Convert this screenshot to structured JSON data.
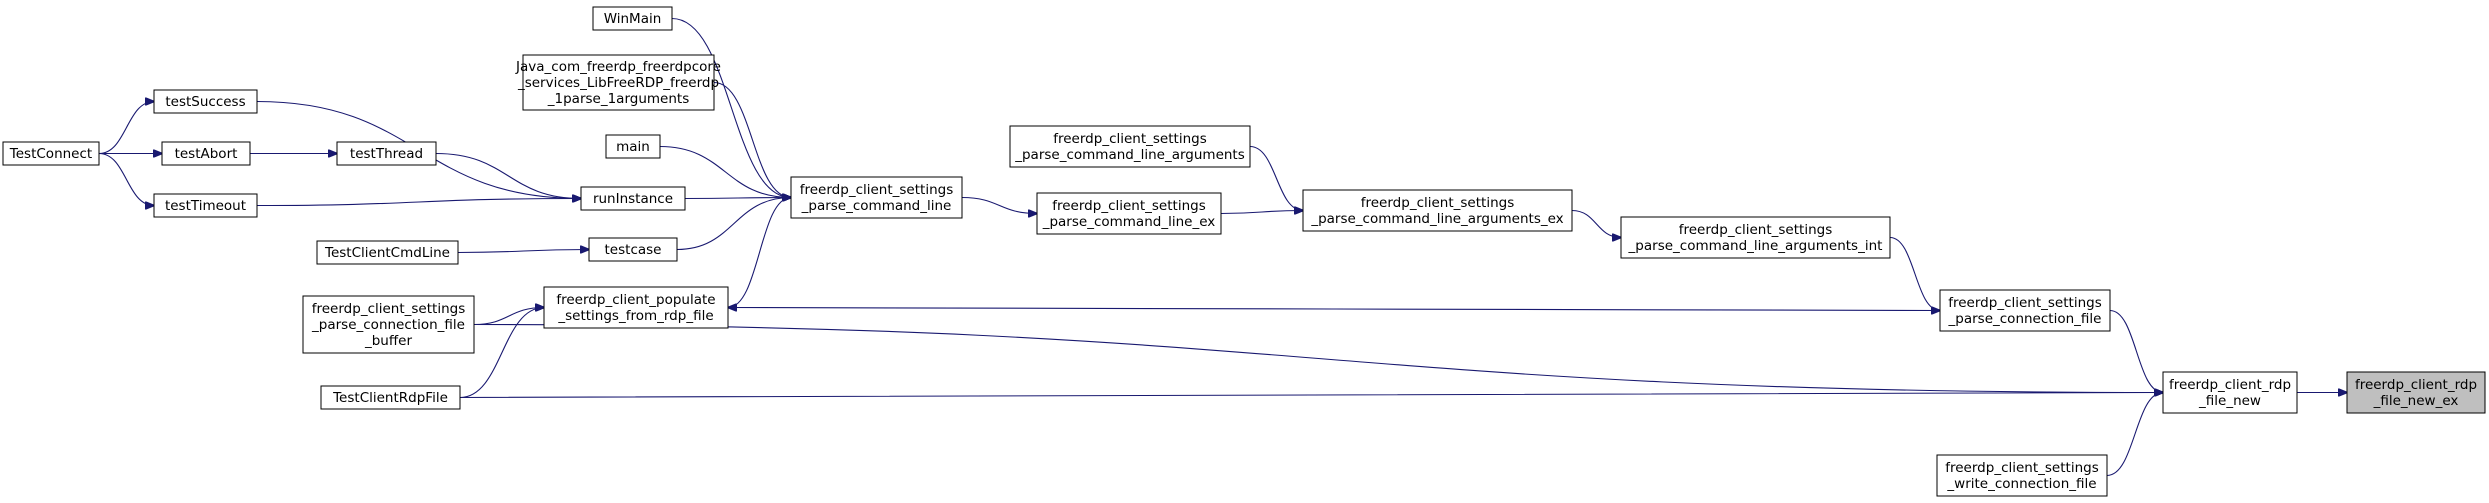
{
  "diagram": {
    "nodes": [
      {
        "id": "WinMain",
        "lines": [
          "WinMain"
        ]
      },
      {
        "id": "Java",
        "lines": [
          "Java_com_freerdp_freerdpcore",
          "_services_LibFreeRDP_freerdp",
          "_1parse_1arguments"
        ]
      },
      {
        "id": "main",
        "lines": [
          "main"
        ]
      },
      {
        "id": "testSuccess",
        "lines": [
          "testSuccess"
        ]
      },
      {
        "id": "TestConnect",
        "lines": [
          "TestConnect"
        ]
      },
      {
        "id": "testAbort",
        "lines": [
          "testAbort"
        ]
      },
      {
        "id": "testThread",
        "lines": [
          "testThread"
        ]
      },
      {
        "id": "testTimeout",
        "lines": [
          "testTimeout"
        ]
      },
      {
        "id": "runInstance",
        "lines": [
          "runInstance"
        ]
      },
      {
        "id": "TestClientCmdLine",
        "lines": [
          "TestClientCmdLine"
        ]
      },
      {
        "id": "testcase",
        "lines": [
          "testcase"
        ]
      },
      {
        "id": "parse_command_line",
        "lines": [
          "freerdp_client_settings",
          "_parse_command_line"
        ]
      },
      {
        "id": "parse_command_line_ex",
        "lines": [
          "freerdp_client_settings",
          "_parse_command_line_ex"
        ]
      },
      {
        "id": "parse_cla",
        "lines": [
          "freerdp_client_settings",
          "_parse_command_line_arguments"
        ]
      },
      {
        "id": "parse_cla_ex",
        "lines": [
          "freerdp_client_settings",
          "_parse_command_line_arguments_ex"
        ]
      },
      {
        "id": "parse_cla_int",
        "lines": [
          "freerdp_client_settings",
          "_parse_command_line_arguments_int"
        ]
      },
      {
        "id": "populate",
        "lines": [
          "freerdp_client_populate",
          "_settings_from_rdp_file"
        ]
      },
      {
        "id": "parse_conn_buf",
        "lines": [
          "freerdp_client_settings",
          "_parse_connection_file",
          "_buffer"
        ]
      },
      {
        "id": "TestClientRdpFile",
        "lines": [
          "TestClientRdpFile"
        ]
      },
      {
        "id": "parse_conn_file",
        "lines": [
          "freerdp_client_settings",
          "_parse_connection_file"
        ]
      },
      {
        "id": "rdp_file_new",
        "lines": [
          "freerdp_client_rdp",
          "_file_new"
        ]
      },
      {
        "id": "write_conn_file",
        "lines": [
          "freerdp_client_settings",
          "_write_connection_file"
        ]
      },
      {
        "id": "rdp_file_new_ex",
        "lines": [
          "freerdp_client_rdp",
          "_file_new_ex"
        ],
        "highlighted": true
      }
    ],
    "edges": [
      {
        "from": "TestConnect",
        "to": "testSuccess"
      },
      {
        "from": "TestConnect",
        "to": "testAbort"
      },
      {
        "from": "TestConnect",
        "to": "testTimeout"
      },
      {
        "from": "testAbort",
        "to": "testThread"
      },
      {
        "from": "testSuccess",
        "to": "runInstance"
      },
      {
        "from": "testThread",
        "to": "runInstance"
      },
      {
        "from": "testTimeout",
        "to": "runInstance"
      },
      {
        "from": "TestClientCmdLine",
        "to": "testcase"
      },
      {
        "from": "WinMain",
        "to": "parse_command_line"
      },
      {
        "from": "Java",
        "to": "parse_command_line"
      },
      {
        "from": "main",
        "to": "parse_command_line"
      },
      {
        "from": "runInstance",
        "to": "parse_command_line"
      },
      {
        "from": "testcase",
        "to": "parse_command_line"
      },
      {
        "from": "populate",
        "to": "parse_command_line"
      },
      {
        "from": "parse_command_line",
        "to": "parse_command_line_ex"
      },
      {
        "from": "parse_command_line_ex",
        "to": "parse_cla_ex"
      },
      {
        "from": "parse_cla",
        "to": "parse_cla_ex"
      },
      {
        "from": "parse_cla_ex",
        "to": "parse_cla_int"
      },
      {
        "from": "parse_cla_int",
        "to": "parse_conn_file"
      },
      {
        "from": "parse_conn_file",
        "to": "populate"
      },
      {
        "from": "parse_conn_buf",
        "to": "populate"
      },
      {
        "from": "TestClientRdpFile",
        "to": "populate"
      },
      {
        "from": "parse_conn_file",
        "to": "rdp_file_new"
      },
      {
        "from": "parse_conn_buf",
        "to": "rdp_file_new"
      },
      {
        "from": "TestClientRdpFile",
        "to": "rdp_file_new"
      },
      {
        "from": "write_conn_file",
        "to": "rdp_file_new"
      },
      {
        "from": "rdp_file_new",
        "to": "rdp_file_new_ex"
      }
    ]
  }
}
